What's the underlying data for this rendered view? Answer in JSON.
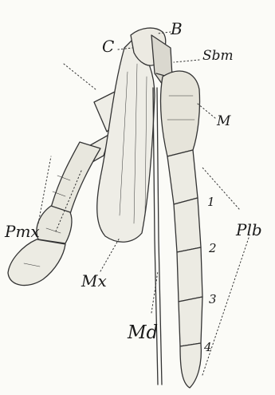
{
  "labels": {
    "B": "B",
    "C": "C",
    "Sbm": "Sbm",
    "M": "M",
    "Pmx": "Pmx",
    "Mx": "Mx",
    "Md": "Md",
    "Plb": "Plb",
    "seg1": "1",
    "seg2": "2",
    "seg3": "3",
    "seg4": "4"
  }
}
